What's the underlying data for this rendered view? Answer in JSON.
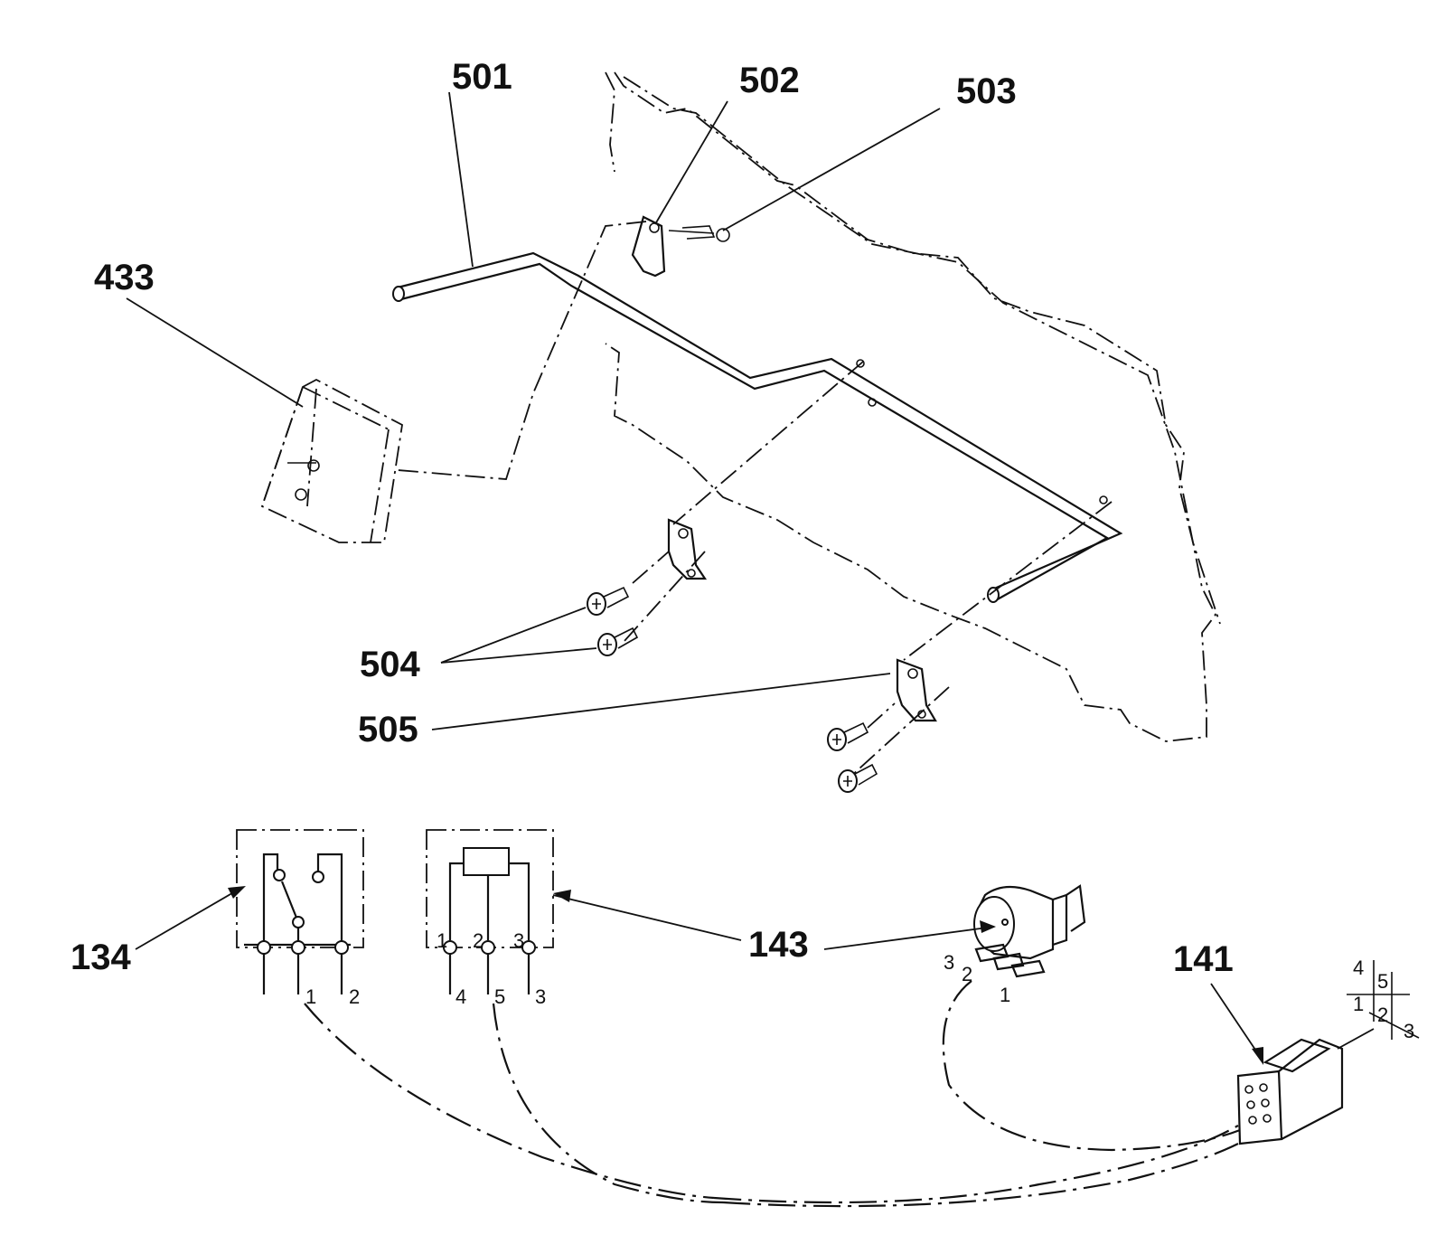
{
  "callouts": {
    "c501": "501",
    "c502": "502",
    "c503": "503",
    "c433": "433",
    "c504": "504",
    "c505": "505",
    "c134": "134",
    "c143": "143",
    "c141": "141"
  },
  "switch134_pins": {
    "p1": "1",
    "p2": "2"
  },
  "relay143_pins": {
    "top1": "1",
    "top2": "2",
    "top3": "3",
    "bot4": "4",
    "bot5": "5",
    "bot3": "3"
  },
  "pot_pins": {
    "p3": "3",
    "p2": "2",
    "p1": "1"
  },
  "connector141_grid": {
    "g4": "4",
    "g5": "5",
    "g1": "1",
    "g2": "2",
    "g3": "3"
  }
}
